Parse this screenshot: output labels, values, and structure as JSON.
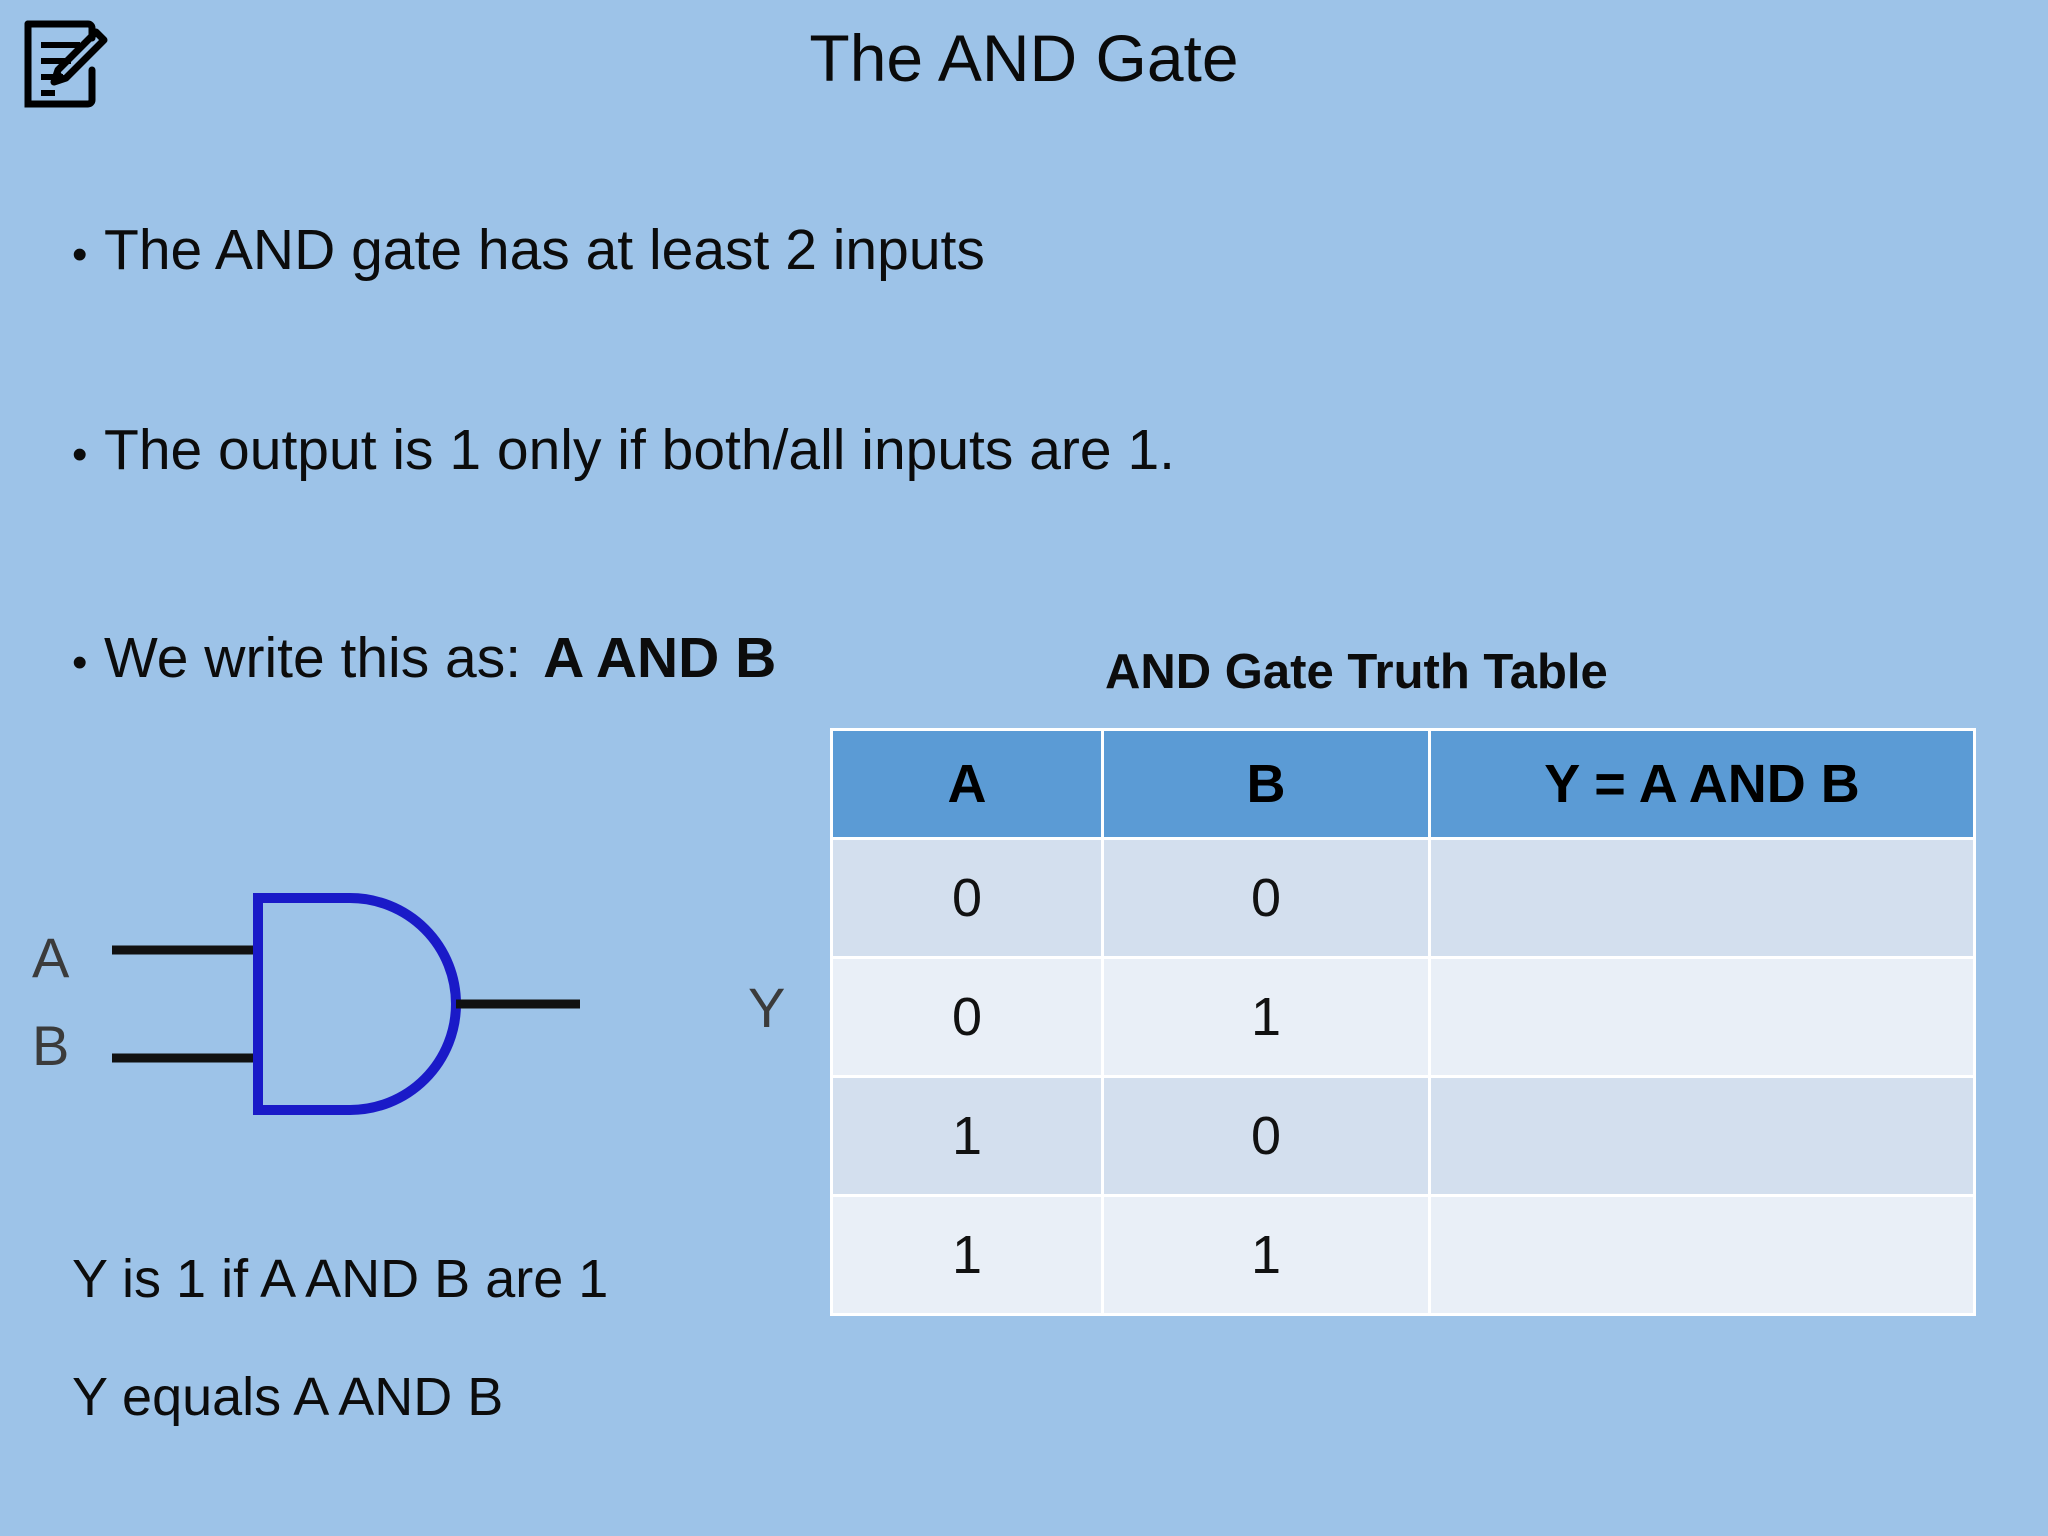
{
  "slide": {
    "title": "The AND Gate",
    "background_color": "#9dc3e8",
    "icon": "note-pencil-icon"
  },
  "bullets": [
    {
      "marker": "•",
      "text": "The AND gate has at least 2 inputs",
      "emphasis": ""
    },
    {
      "marker": "•",
      "text": "The output is 1 only if both/all inputs are 1.",
      "emphasis": ""
    },
    {
      "marker": "•",
      "text": "We write this as:",
      "emphasis": "A AND B"
    }
  ],
  "diagram": {
    "name": "and-gate-symbol",
    "input_a_label": "A",
    "input_b_label": "B",
    "output_label": "Y",
    "outline_color": "#1a1ac8",
    "wire_color": "#111111",
    "label_color": "#3b3b3b"
  },
  "footnotes": [
    "Y is 1 if A AND B are 1",
    "Y equals A AND B"
  ],
  "truth_table": {
    "caption": "AND Gate Truth Table",
    "header_color": "#5b9bd5",
    "row_dark_color": "#d3dfee",
    "row_light_color": "#e9eff7",
    "headers": [
      "A",
      "B",
      "Y = A AND B"
    ],
    "rows": [
      {
        "a": "0",
        "b": "0",
        "y": ""
      },
      {
        "a": "0",
        "b": "1",
        "y": ""
      },
      {
        "a": "1",
        "b": "0",
        "y": ""
      },
      {
        "a": "1",
        "b": "1",
        "y": ""
      }
    ]
  }
}
